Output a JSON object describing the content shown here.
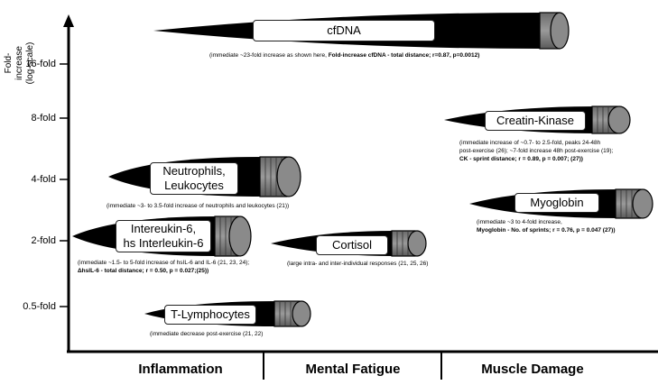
{
  "y_axis": {
    "title_line1": "Fold-increase",
    "title_line2": "(log-scale)",
    "ticks": [
      "16-fold",
      "8-fold",
      "4-fold",
      "2-fold",
      "0.5-fold"
    ]
  },
  "categories": [
    "Inflammation",
    "Mental Fatigue",
    "Muscle Damage"
  ],
  "markers": {
    "cfdna": {
      "label": "cfDNA",
      "note": "(immediate ~23-fold increase as shown here, ",
      "note_bold": "Fold-increase cfDNA - total distance; r=0.87, p=0.0012)"
    },
    "ck": {
      "label": "Creatin-Kinase",
      "note_line1": "(immediate increase of ~0.7- to 2.5-fold, peaks 24-48h",
      "note_line2": "post-exercise (26); ~7-fold increase 48h post-exercise (19);",
      "note_bold": "CK - sprint distance; r = 0.89, p = 0.007; (27))"
    },
    "neutrophils": {
      "label_line1": "Neutrophils,",
      "label_line2": "Leukocytes",
      "note": "(immediate ~3- to 3.5-fold increase of neutrophils and leukocytes (21))"
    },
    "myoglobin": {
      "label": "Myoglobin",
      "note_line1": "(immediate ~3 to 4-fold increase,",
      "note_bold": "Myoglobin - No. of sprints; r = 0.76, p = 0.047 (27))"
    },
    "il6": {
      "label_line1": "Intereukin-6,",
      "label_line2": "hs Interleukin-6",
      "note_line1": "(immediate ~1.5- to 5-fold increase of hsIL-6 and IL-6 (21, 23, 24);",
      "note_bold": "ΔhsIL-6 - total distance; r = 0.50, p = 0.027;(25))"
    },
    "cortisol": {
      "label": "Cortisol",
      "note": "(large intra- and inter-individual responses (21, 25, 26)"
    },
    "tlymph": {
      "label": "T-Lymphocytes",
      "note": "(immediate decrease post-exercise (21, 22)"
    }
  }
}
